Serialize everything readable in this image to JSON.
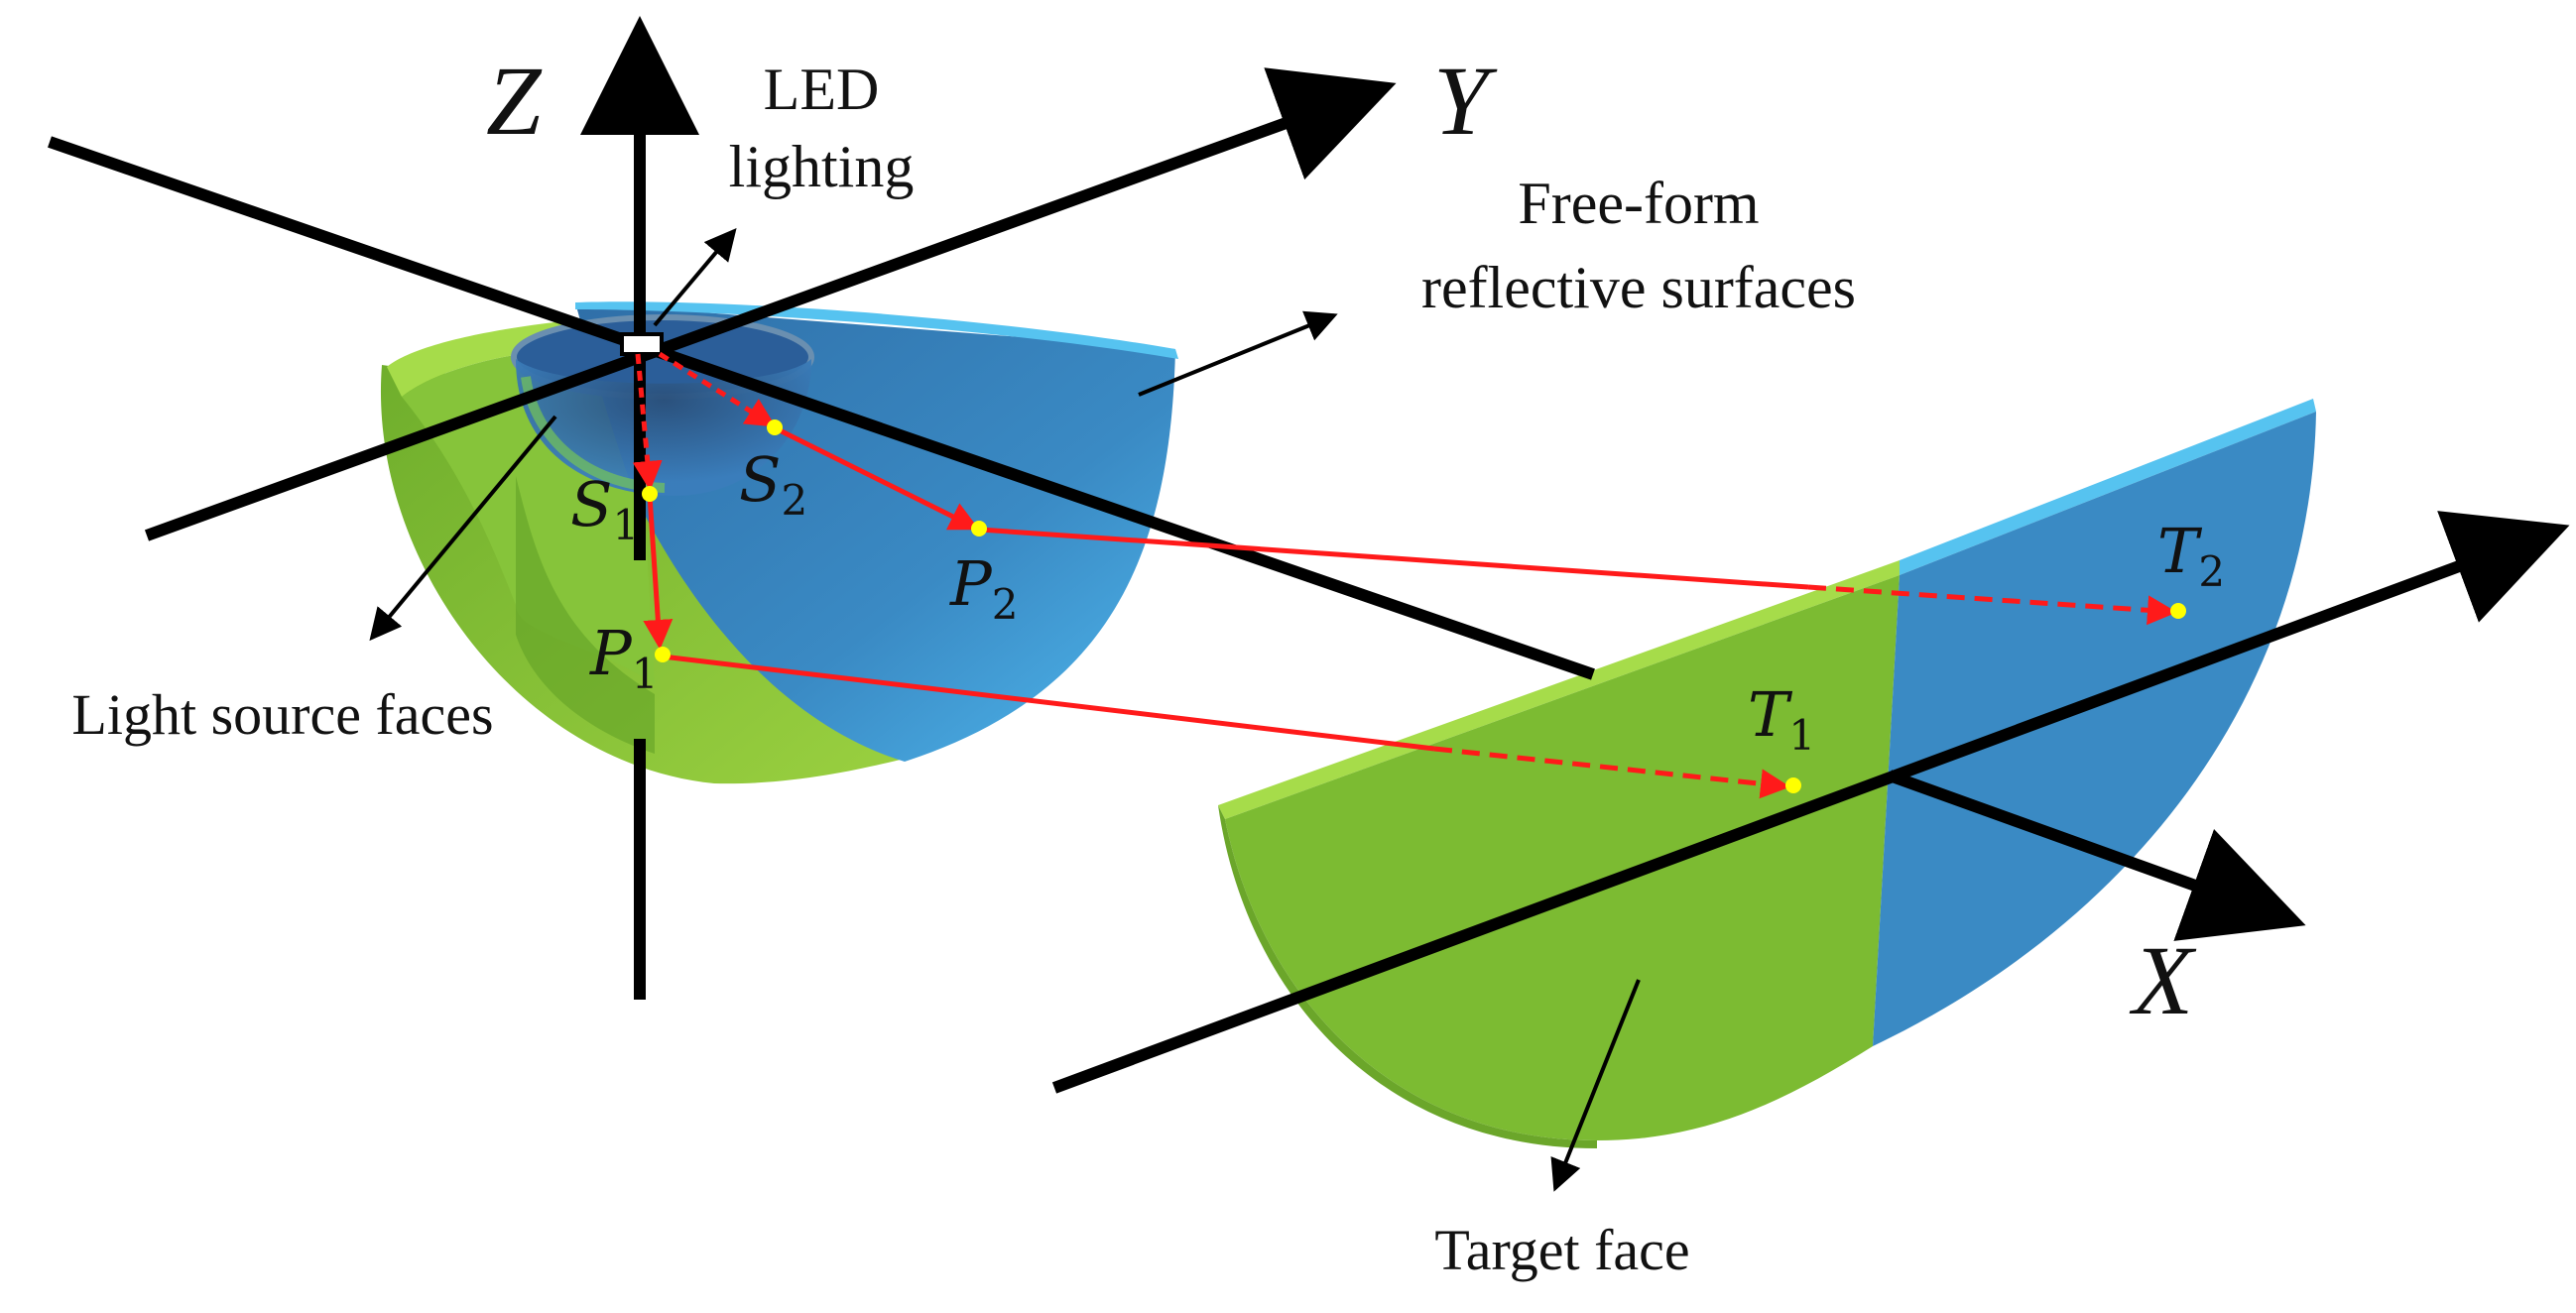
{
  "axes": {
    "z": "Z",
    "y": "Y",
    "x": "X"
  },
  "labels": {
    "led": [
      "LED",
      "lighting"
    ],
    "reflective": [
      "Free-form",
      "reflective surfaces"
    ],
    "source_faces": "Light source faces",
    "target_face": "Target face"
  },
  "points": {
    "s1": {
      "base": "S",
      "sub": "1"
    },
    "s2": {
      "base": "S",
      "sub": "2"
    },
    "p1": {
      "base": "P",
      "sub": "1"
    },
    "p2": {
      "base": "P",
      "sub": "2"
    },
    "t1": {
      "base": "T",
      "sub": "1"
    },
    "t2": {
      "base": "T",
      "sub": "2"
    }
  },
  "colors": {
    "green": "#7cbb32",
    "green_light": "#a6dc4a",
    "blue": "#3a8ac4",
    "blue_light": "#56c3f0",
    "ray": "#ff1a1a",
    "point": "#ffff00",
    "axis": "#000000"
  }
}
